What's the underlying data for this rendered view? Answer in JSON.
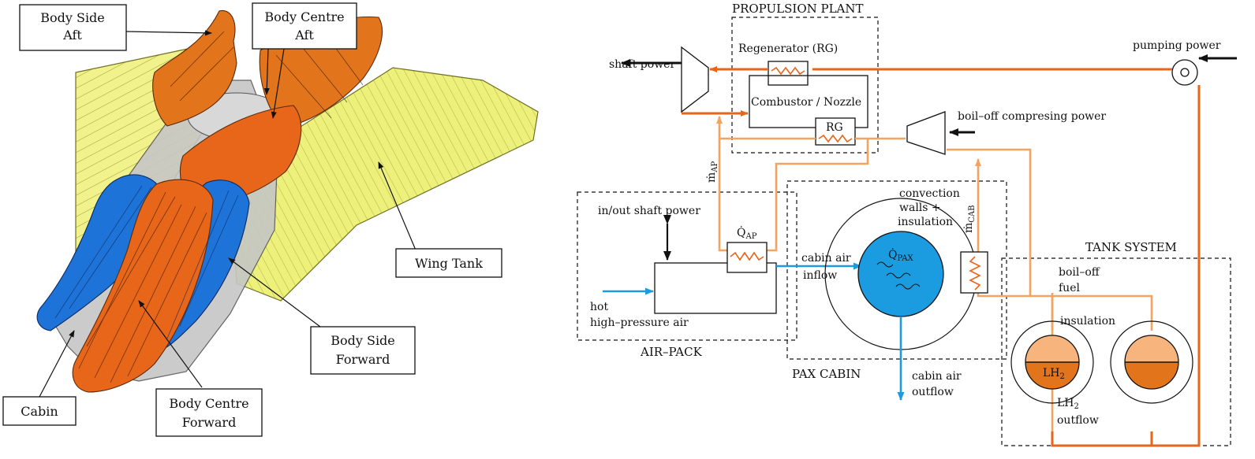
{
  "colors": {
    "orange_dark": "#e8661a",
    "orange_light": "#f4a460",
    "blue": "#1b9be0",
    "wing_yellow": "#eef07c",
    "tank_blue": "#1e73d8",
    "tank_orange": "#e2741c",
    "cabin_grey": "#c6c6c6"
  },
  "left_figure": {
    "callouts": {
      "body_side_aft": [
        "Body Side",
        "Aft"
      ],
      "body_centre_aft": [
        "Body Centre",
        "Aft"
      ],
      "wing_tank": [
        "Wing Tank"
      ],
      "body_side_forward": [
        "Body Side",
        "Forward"
      ],
      "body_centre_forward": [
        "Body Centre",
        "Forward"
      ],
      "cabin": [
        "Cabin"
      ]
    }
  },
  "right_figure": {
    "regions": {
      "propulsion_plant": "PROPULSION PLANT",
      "air_pack": "AIR–PACK",
      "pax_cabin": "PAX CABIN",
      "tank_system": "TANK SYSTEM"
    },
    "components": {
      "regenerator": "Regenerator (RG)",
      "combustor": "Combustor / Nozzle",
      "rg_small": "RG",
      "lh2": "LH",
      "lh2_sub": "2"
    },
    "labels": {
      "shaft_power": "shaft power",
      "pumping_power": "pumping power",
      "boil_off_compressing": "boil–off compresing power",
      "m_ap": "ṁ",
      "m_ap_sub": "AP",
      "q_ap": "Q̇",
      "q_ap_sub": "AP",
      "in_out_shaft_power": "in/out shaft power",
      "hot": "hot",
      "high_pressure_air": "high–pressure air",
      "cabin_air_inflow_1": "cabin air",
      "cabin_air_inflow_2": "inflow",
      "convection_1": "convection",
      "convection_2": "walls +",
      "convection_3": "insulation",
      "q_pax": "Q̇",
      "q_pax_sub": "PAX",
      "m_cab": "ṁ",
      "m_cab_sub": "CAB",
      "cabin_air_outflow_1": "cabin air",
      "cabin_air_outflow_2": "outflow",
      "boil_off_fuel_1": "boil–off",
      "boil_off_fuel_2": "fuel",
      "insulation": "insulation",
      "lh2_outflow_1": "LH",
      "lh2_outflow_sub": "2",
      "lh2_outflow_2": "outflow"
    }
  }
}
